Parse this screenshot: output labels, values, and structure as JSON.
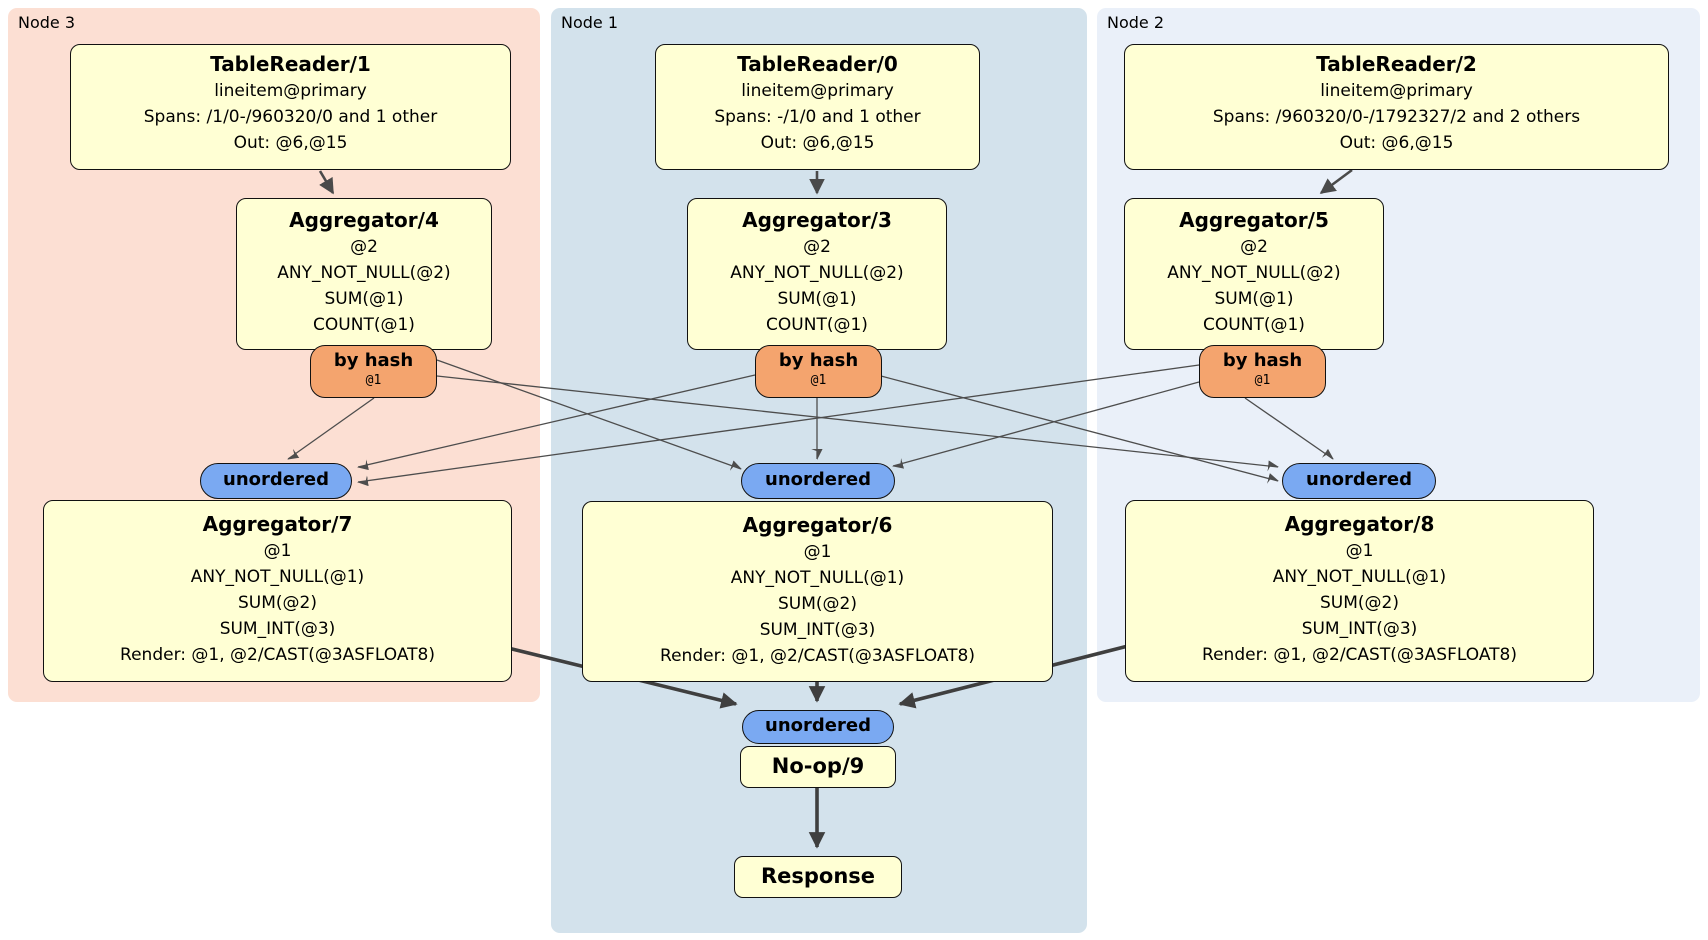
{
  "colors": {
    "node3_bg": "#fcdfd3",
    "node1_bg": "#d3e2ec",
    "node2_bg": "#eaf0f9",
    "processor_fill": "#ffffd4",
    "router_fill": "#f4a46e",
    "sync_fill": "#7aa9f2",
    "edge": "#3f3f3f"
  },
  "node3": {
    "label": "Node 3",
    "tablereader": {
      "title": "TableReader/1",
      "l1": "lineitem@primary",
      "l2": "Spans: /1/0-/960320/0 and 1 other",
      "l3": "Out: @6,@15"
    },
    "aggregator_top": {
      "title": "Aggregator/4",
      "l1": "@2",
      "l2": "ANY_NOT_NULL(@2)",
      "l3": "SUM(@1)",
      "l4": "COUNT(@1)"
    },
    "router": {
      "label": "by hash",
      "key": "@1"
    },
    "sync": {
      "label": "unordered"
    },
    "aggregator_bottom": {
      "title": "Aggregator/7",
      "l1": "@1",
      "l2": "ANY_NOT_NULL(@1)",
      "l3": "SUM(@2)",
      "l4": "SUM_INT(@3)",
      "l5": "Render: @1, @2/CAST(@3ASFLOAT8)"
    }
  },
  "node1": {
    "label": "Node 1",
    "tablereader": {
      "title": "TableReader/0",
      "l1": "lineitem@primary",
      "l2": "Spans: -/1/0 and 1 other",
      "l3": "Out: @6,@15"
    },
    "aggregator_top": {
      "title": "Aggregator/3",
      "l1": "@2",
      "l2": "ANY_NOT_NULL(@2)",
      "l3": "SUM(@1)",
      "l4": "COUNT(@1)"
    },
    "router": {
      "label": "by hash",
      "key": "@1"
    },
    "sync": {
      "label": "unordered"
    },
    "aggregator_bottom": {
      "title": "Aggregator/6",
      "l1": "@1",
      "l2": "ANY_NOT_NULL(@1)",
      "l3": "SUM(@2)",
      "l4": "SUM_INT(@3)",
      "l5": "Render: @1, @2/CAST(@3ASFLOAT8)"
    },
    "final_sync": {
      "label": "unordered"
    },
    "noop": {
      "label": "No-op/9"
    },
    "response": {
      "label": "Response"
    }
  },
  "node2": {
    "label": "Node 2",
    "tablereader": {
      "title": "TableReader/2",
      "l1": "lineitem@primary",
      "l2": "Spans: /960320/0-/1792327/2 and 2 others",
      "l3": "Out: @6,@15"
    },
    "aggregator_top": {
      "title": "Aggregator/5",
      "l1": "@2",
      "l2": "ANY_NOT_NULL(@2)",
      "l3": "SUM(@1)",
      "l4": "COUNT(@1)"
    },
    "router": {
      "label": "by hash",
      "key": "@1"
    },
    "sync": {
      "label": "unordered"
    },
    "aggregator_bottom": {
      "title": "Aggregator/8",
      "l1": "@1",
      "l2": "ANY_NOT_NULL(@1)",
      "l3": "SUM(@2)",
      "l4": "SUM_INT(@3)",
      "l5": "Render: @1, @2/CAST(@3ASFLOAT8)"
    }
  }
}
